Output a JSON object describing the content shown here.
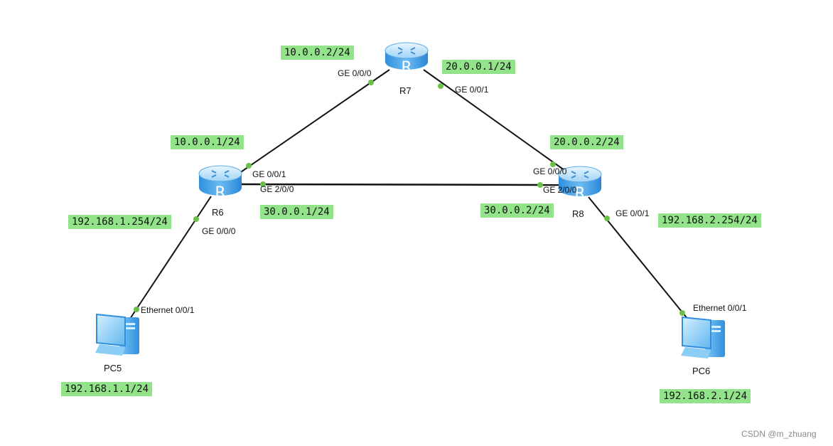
{
  "devices": {
    "r7": {
      "name": "R7",
      "glyph": "R",
      "type": "router"
    },
    "r6": {
      "name": "R6",
      "glyph": "R",
      "type": "router"
    },
    "r8": {
      "name": "R8",
      "glyph": "R",
      "type": "router"
    },
    "pc5": {
      "name": "PC5",
      "type": "pc"
    },
    "pc6": {
      "name": "PC6",
      "type": "pc"
    }
  },
  "ips": {
    "r7_ge000": "10.0.0.2/24",
    "r7_ge001": "20.0.0.1/24",
    "r6_ge001": "10.0.0.1/24",
    "r8_ge000": "20.0.0.2/24",
    "r6_ge000": "192.168.1.254/24",
    "r6_ge200": "30.0.0.1/24",
    "r8_ge200": "30.0.0.2/24",
    "r8_ge001": "192.168.2.254/24",
    "pc5": "192.168.1.1/24",
    "pc6": "192.168.2.1/24"
  },
  "ports": {
    "r7_ge000": "GE 0/0/0",
    "r7_ge001": "GE 0/0/1",
    "r6_ge001": "GE 0/0/1",
    "r6_ge200": "GE 2/0/0",
    "r6_ge000": "GE 0/0/0",
    "r8_ge000": "GE 0/0/0",
    "r8_ge200": "GE 2/0/0",
    "r8_ge001": "GE 0/0/1",
    "pc5_eth": "Ethernet 0/0/1",
    "pc6_eth": "Ethernet 0/0/1"
  },
  "watermark": "CSDN @m_zhuang",
  "colors": {
    "link": "#111111",
    "port_dot": "#6cc04a",
    "ip_label_bg": "#92e38a",
    "router_blue": "#3b9ee6"
  },
  "icons": {
    "router": "router-icon",
    "pc": "pc-icon"
  }
}
